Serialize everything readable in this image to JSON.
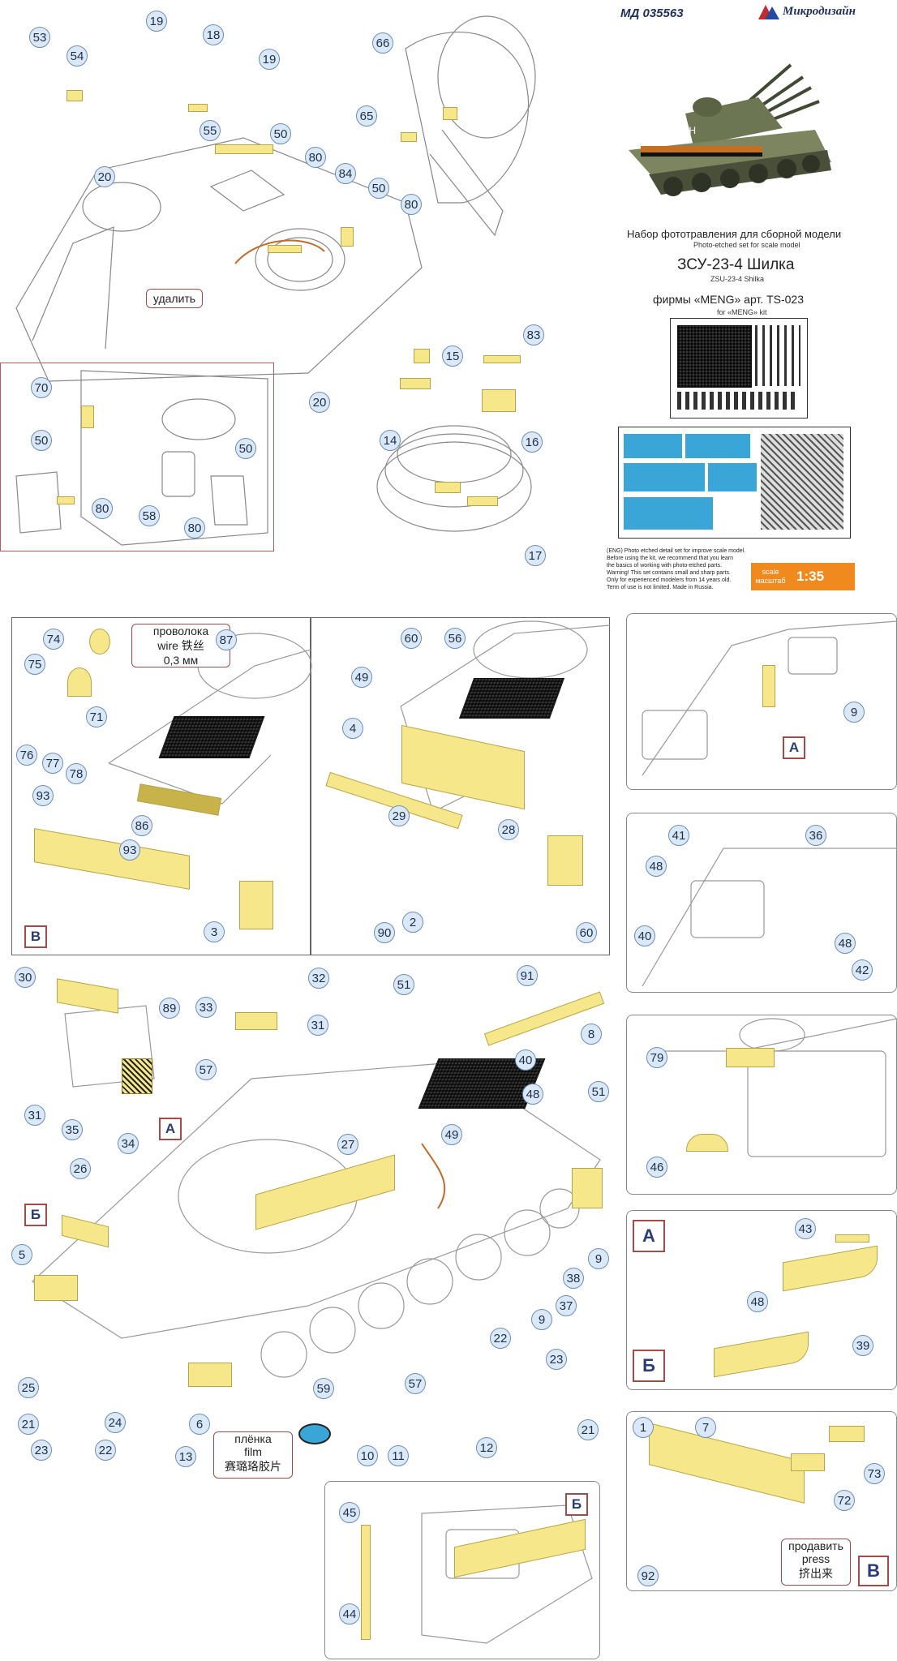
{
  "header": {
    "article": "МД 035563",
    "brand": "Микродизайн",
    "title_ru": "Набор фототравления для сборной модели",
    "title_en": "Photo-etched set for scale model",
    "model_ru": "ЗСУ-23-4 Шилка",
    "model_en": "ZSU-23-4 Shilka",
    "kit_ru": "фирмы «MENG» арт. TS-023",
    "kit_en": "for «MENG» kit",
    "notice_lines": [
      "(ENG) Photo etched detail set for improve scale model.",
      "Before using the kit, we recommend that you learn",
      "the basics of working with photo-etched parts.",
      "Warning! This set contains small and sharp parts.",
      "Only for experienced modelers from 14 years old.",
      "Term of use is not limited. Made in Russia."
    ],
    "scale_label_en": "scale",
    "scale_label_ru": "масштаб",
    "scale_value": "1:35"
  },
  "labels": {
    "remove_ru": "удалить",
    "wire_ru": "проволока",
    "wire_en": "wire",
    "wire_cn": "铁丝",
    "wire_size": "0,3 мм",
    "film_ru": "плёнка",
    "film_en": "film",
    "film_cn": "赛璐珞胶片",
    "press_ru": "продавить",
    "press_en": "press",
    "press_cn": "挤出来"
  },
  "section_letters": {
    "v1": "В",
    "a1": "А",
    "b1": "Б",
    "a_detail": "А",
    "b_detail": "Б",
    "b_bottom": "Б",
    "v_bottom": "В",
    "a_right": "А"
  },
  "callouts": {
    "top": [
      "53",
      "54",
      "19",
      "18",
      "19",
      "55",
      "50",
      "66",
      "65",
      "80",
      "84",
      "50",
      "80",
      "20",
      "20",
      "15",
      "83",
      "14",
      "16",
      "17",
      "70",
      "50",
      "50",
      "58",
      "80",
      "80"
    ],
    "mid": [
      "74",
      "75",
      "76",
      "77",
      "78",
      "71",
      "87",
      "93",
      "86",
      "93",
      "3",
      "60",
      "56",
      "49",
      "4",
      "29",
      "28",
      "2",
      "90",
      "60",
      "9",
      "41",
      "36",
      "48",
      "40",
      "48",
      "42",
      "79",
      "46"
    ],
    "bottom": [
      "30",
      "89",
      "32",
      "33",
      "31",
      "57",
      "31",
      "35",
      "34",
      "26",
      "5",
      "25",
      "21",
      "23",
      "22",
      "24",
      "13",
      "6",
      "27",
      "51",
      "91",
      "8",
      "40",
      "48",
      "51",
      "49",
      "9",
      "38",
      "37",
      "9",
      "22",
      "23",
      "21",
      "57",
      "10",
      "11",
      "12",
      "59",
      "45",
      "44",
      "43",
      "48",
      "39",
      "1",
      "7",
      "73",
      "72",
      "92"
    ]
  },
  "colors": {
    "part_fill": "#f6e88a",
    "callout_fill": "#dbe8f7",
    "frame_red": "#b55b5b",
    "scale_orange": "#f08a1f",
    "pe_blue": "#3aa6d8"
  }
}
